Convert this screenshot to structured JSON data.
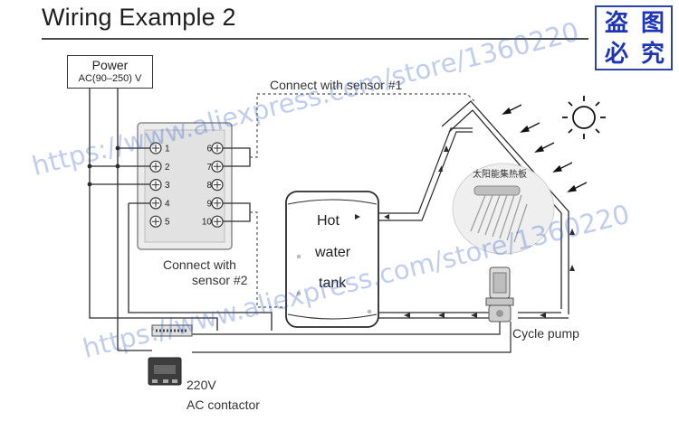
{
  "title": "Wiring Example 2",
  "watermark_stamp": [
    "盗",
    "图",
    "必",
    "究"
  ],
  "power": {
    "label": "Power",
    "range": "AC(90–250) V"
  },
  "controller": {
    "left_terminals": [
      "1",
      "2",
      "3",
      "4",
      "5"
    ],
    "right_terminals": [
      "6",
      "7",
      "8",
      "9",
      "10"
    ]
  },
  "sensor1_label": "Connect with sensor #1",
  "sensor2_label": [
    "Connect with",
    "sensor #2"
  ],
  "tank_labels": [
    "Hot",
    "water",
    "tank"
  ],
  "collector_label": "太阳能集热板",
  "pump_label": "Cycle pump",
  "contactor_label": [
    "220V",
    "AC contactor"
  ],
  "watermark_text": "https://www.aliexpress.com/store/1360220",
  "colors": {
    "watermark": "#5a7ad0",
    "stamp": "#1e35b8",
    "line": "#2b2b2b"
  },
  "icons": [
    "sun-icon",
    "terminal-screw-icon",
    "pump-icon",
    "contactor-icon",
    "solar-heater-icon"
  ]
}
